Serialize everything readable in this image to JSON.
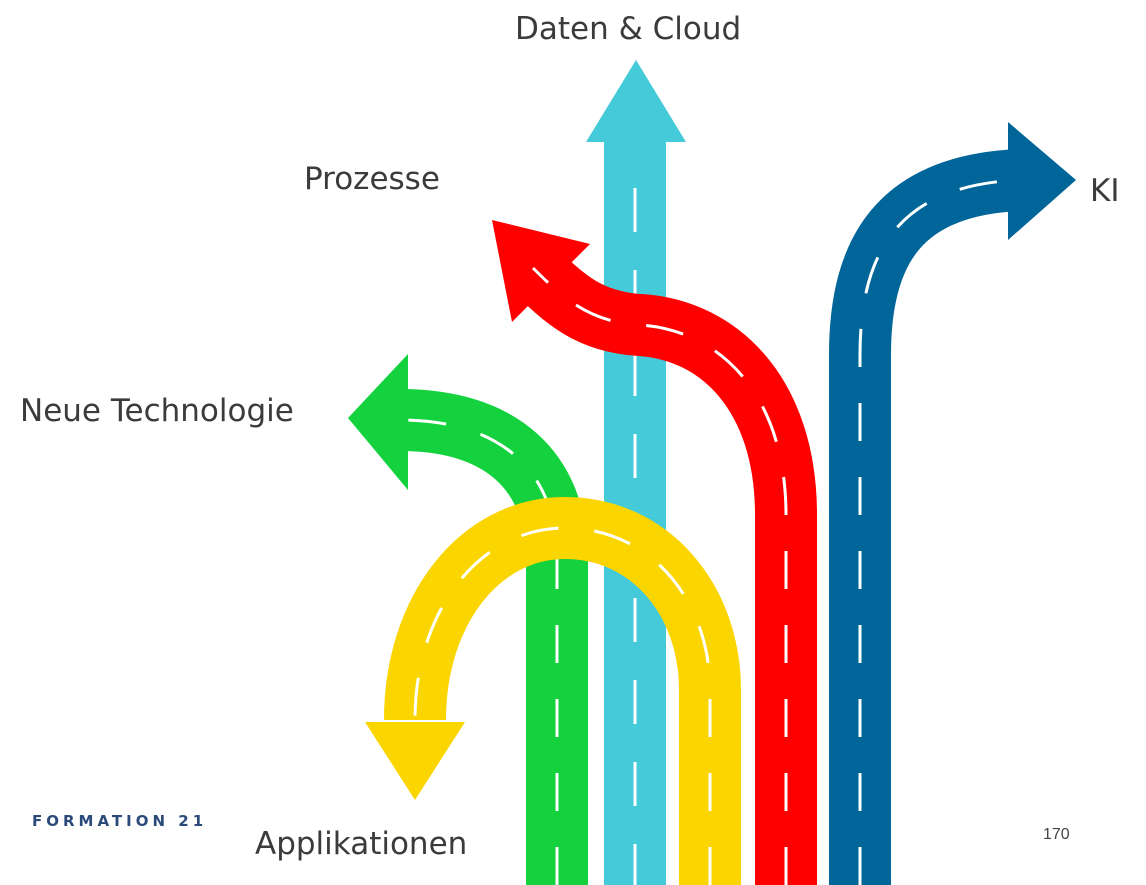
{
  "colors": {
    "cyan": "#44cad8",
    "red": "#fe0000",
    "blue": "#006598",
    "green": "#13d23d",
    "yellow": "#fbd500",
    "dash": "#ffffff"
  },
  "labels": {
    "daten_cloud": "Daten & Cloud",
    "prozesse": "Prozesse",
    "ki": "KI",
    "neue_technologie": "Neue Technologie",
    "applikationen": "Applikationen"
  },
  "footer": {
    "logo": "FORMATION 21",
    "page_number": "170"
  }
}
